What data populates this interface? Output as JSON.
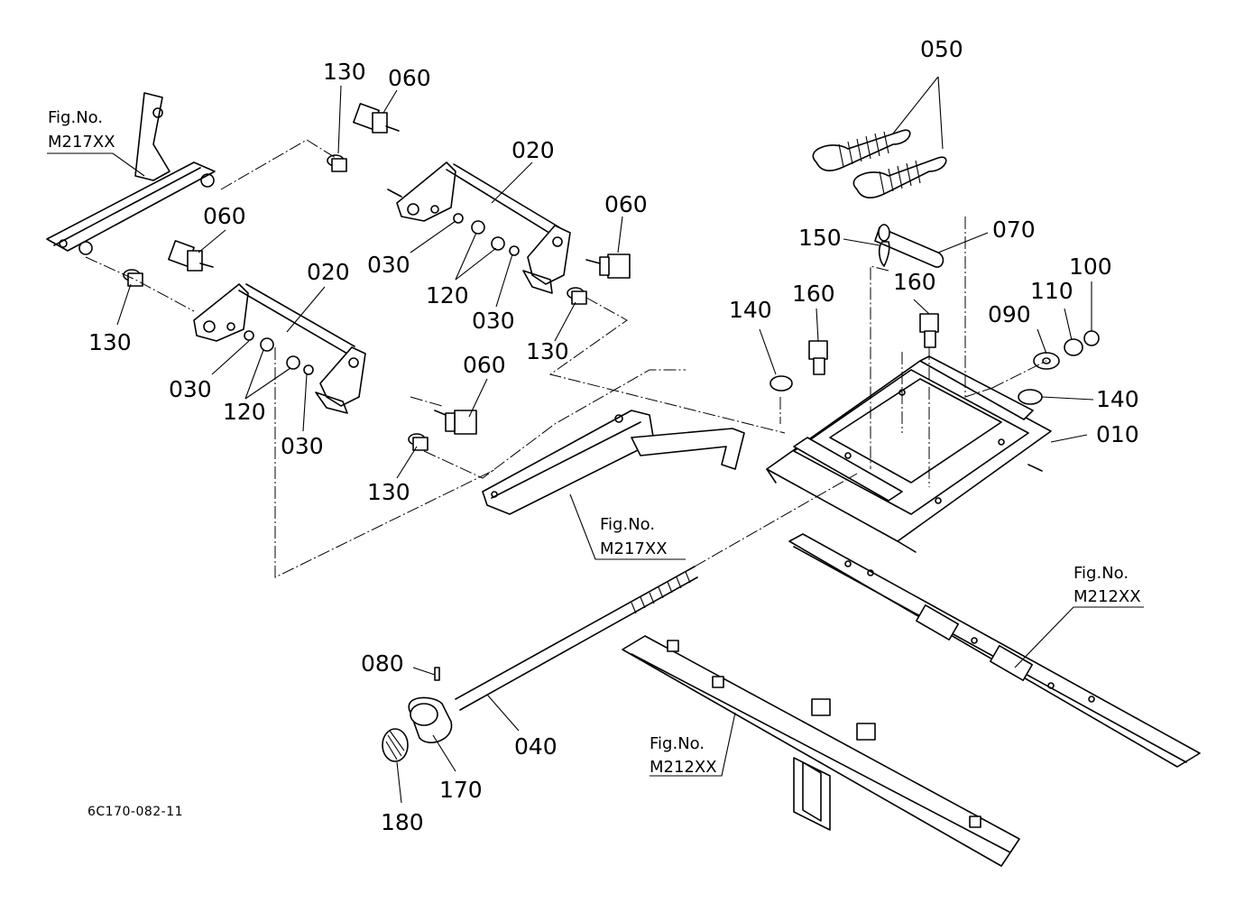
{
  "drawing_code": "6C170-082-11",
  "fig_refs": {
    "top_left": [
      "Fig.No.",
      "M217XX"
    ],
    "middle": [
      "Fig.No.",
      "M217XX"
    ],
    "right": [
      "Fig.No.",
      "M212XX"
    ],
    "bottom": [
      "Fig.No.",
      "M212XX"
    ]
  },
  "labels": {
    "l010": "010",
    "l020a": "020",
    "l020b": "020",
    "l030a": "030",
    "l030b": "030",
    "l030c": "030",
    "l030d": "030",
    "l040": "040",
    "l050": "050",
    "l060a": "060",
    "l060b": "060",
    "l060c": "060",
    "l060d": "060",
    "l070": "070",
    "l080": "080",
    "l090": "090",
    "l100": "100",
    "l110": "110",
    "l120a": "120",
    "l120b": "120",
    "l130a": "130",
    "l130b": "130",
    "l130c": "130",
    "l130d": "130",
    "l140a": "140",
    "l140b": "140",
    "l150": "150",
    "l160a": "160",
    "l160b": "160",
    "l170": "170",
    "l180": "180"
  }
}
